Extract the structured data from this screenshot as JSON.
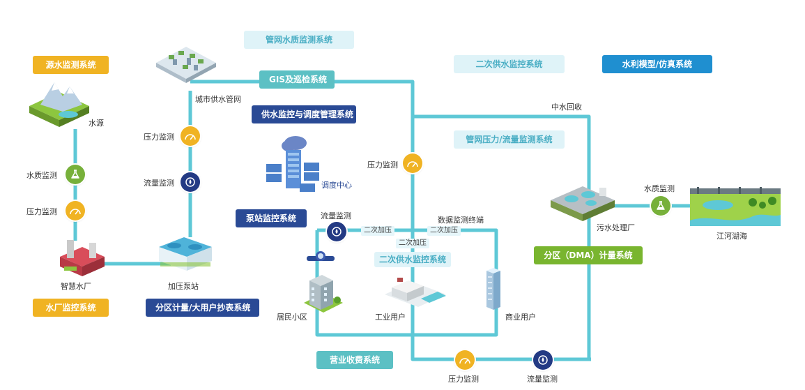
{
  "systems": {
    "source_water": "源水监测系统",
    "water_plant": "水厂监控系统",
    "pipe_quality": "管网水质监测系统",
    "gis": "GIS及巡检系统",
    "dispatch": "供水监控与调度管理系统",
    "pump_station": "泵站监控系统",
    "dma_meter_reading": "分区计量/大用户抄表系统",
    "secondary_top": "二次供水监控系统",
    "hydro_model": "水利模型/仿真系统",
    "pipe_pressure_flow": "管网压力/流量监测系统",
    "dma_metering": "分区（DMA）计量系统",
    "secondary_center": "二次供水监控系统",
    "billing": "营业收费系统"
  },
  "nodes": {
    "water_source": "水源",
    "smart_plant": "智慧水厂",
    "city_network": "城市供水管网",
    "booster_station": "加压泵站",
    "dispatch_center": "调度中心",
    "residential": "居民小区",
    "industrial": "工业用户",
    "commercial": "商业用户",
    "sewage_plant": "污水处理厂",
    "rivers_lakes": "江河湖海",
    "reclaimed_water": "中水回收",
    "data_terminal": "数据监测终端"
  },
  "monitors": {
    "quality_left": "水质监测",
    "pressure_left": "压力监测",
    "pressure_network": "压力监测",
    "flow_network": "流量监测",
    "pressure_center": "压力监测",
    "flow_residential": "流量监测",
    "quality_right": "水质监测",
    "pressure_bottom": "压力监测",
    "flow_bottom": "流量监测"
  },
  "pressurize": {
    "a": "二次加压",
    "b": "二次加压",
    "c": "二次加压"
  },
  "colors": {
    "pipe": "#5ec8d6",
    "yellow": "#f0b323",
    "navy": "#2a4a95",
    "teal": "#5cc0c4",
    "green": "#79b52f",
    "blue": "#1f8fd0"
  },
  "icons": {
    "gauge": "pressure-gauge-icon",
    "flow": "flow-meter-icon",
    "flask": "water-quality-flask-icon"
  }
}
